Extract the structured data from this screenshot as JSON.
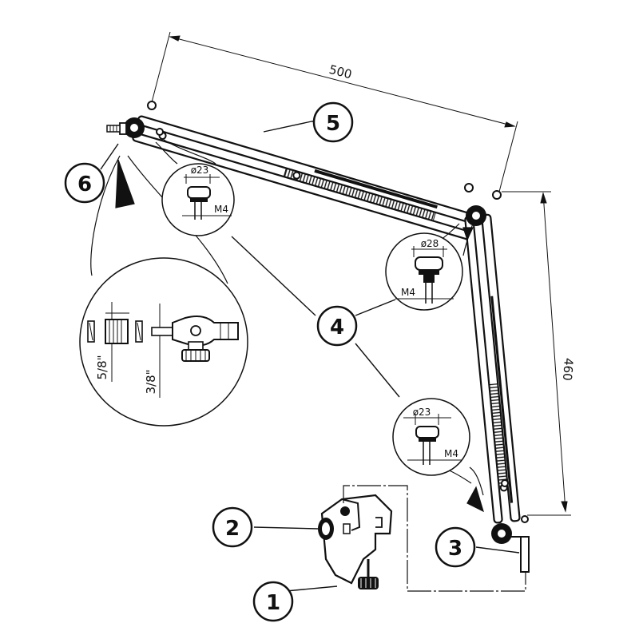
{
  "diagram": {
    "dimensions": {
      "arm_length": "500",
      "arm_height": "460"
    },
    "callouts": [
      {
        "id": "1",
        "label": "1"
      },
      {
        "id": "2",
        "label": "2"
      },
      {
        "id": "3",
        "label": "3"
      },
      {
        "id": "4",
        "label": "4"
      },
      {
        "id": "5",
        "label": "5"
      },
      {
        "id": "6",
        "label": "6"
      }
    ],
    "knob_details": {
      "top": {
        "diameter": "ø23",
        "thread": "M4"
      },
      "middle": {
        "diameter": "ø28",
        "thread": "M4"
      },
      "bottom": {
        "diameter": "ø23",
        "thread": "M4"
      }
    },
    "adapter_detail": {
      "size_large": "5/8\"",
      "size_small": "3/8\""
    }
  }
}
